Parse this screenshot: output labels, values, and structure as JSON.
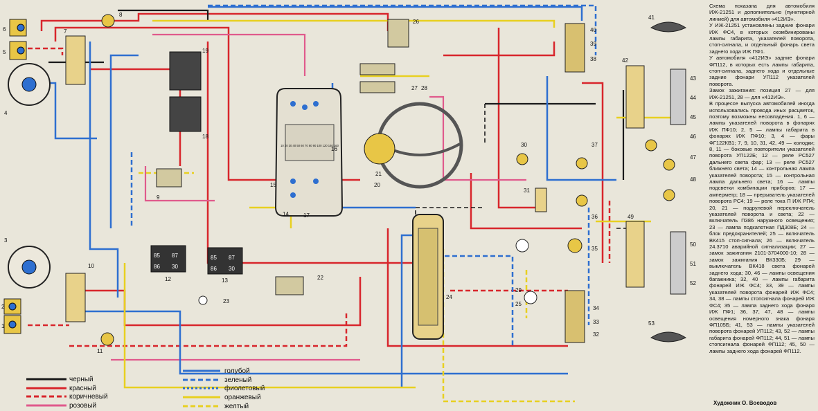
{
  "description": [
    "Схема показана для автомобиля ИЖ-21251 и дополнительно (пунктирной линией) для автомобиля «412ИЭ».",
    "У ИЖ-21251 установлены задние фонари ИЖ ФС4, в которых скомбинированы лампы габарита, указателей поворота, стоп-сигнала, и отдельный фонарь света заднего хода ИЖ ПФ1.",
    "У автомобиля «412ИЭ» задние фонари ФП112, в которых есть лампы габарита, стоп-сигнала, заднего хода и отдельные задние фонари УП112 указателей поворота.",
    "Замок зажигания: позиция 27 — для ИЖ-21251, 28 — для «412ИЭ».",
    "В процессе выпуска автомобилей иногда использовались провода иных расцветок, поэтому возможны несовпадения. 1, 6 — лампы указателей поворота в фонарях ИЖ ПФ10; 2, 5 — лампы габарита в фонарях ИЖ ПФ10; 3, 4 — фары ФГ122КВ1; 7, 9, 10, 31, 42, 49 — колодки; 8, 11 — боковые повторители указателей поворота УП122Б; 12 — реле РС527 дальнего света фар; 13 — реле РС527 ближнего света; 14 — контрольная лампа указателей поворота; 15 — контрольная лампа дальнего света; 16 — лампы подсветки комбинации приборов; 17 — амперметр; 18 — прерыватель указателей поворота РС4; 19 — реле тока П ИЖ РП4; 20, 21 — подрулевой переключатель указателей поворота и света; 22 — включатель П386 наружного освещения; 23 — лампа подкапотная ПД308Б; 24 — блок предохранителей; 25 — включатель ВК415 стоп-сигнала; 26 — включатель 24.3710 аварийной сигнализации; 27 — замок зажигания 2101-3704000-10; 28 — замок зажигания ВК330Б; 29 — выключатель ВК418 света фонарей заднего хода; 30, 46 — лампы освещения багажника; 32, 40 — лампы габарита фонарей ИЖ ФС4; 33, 39 — лампы указателей поворота фонарей ИЖ ФС4; 34, 38 — лампы стопсигнала фонарей ИЖ ФС4; 35 — лампа заднего хода фонаря ИЖ ПФ1; 36, 37, 47, 48 — лампы освещения номерного знака фонаря ФП105Б; 41, 53 — лампы указателей поворота фонарей УП112; 43, 52 — лампы габарита фонарей ФП112; 44, 51 — лампы стопсигнала фонарей ФП112; 45, 50 — лампы заднего хода фонарей ФП112."
  ],
  "credit": "Художник О. Воеводов",
  "legend": {
    "left": [
      {
        "label": "черный",
        "color": "#1a1a1a",
        "style": "solid"
      },
      {
        "label": "красный",
        "color": "#d8262c",
        "style": "solid"
      },
      {
        "label": "коричневый",
        "color": "#d8262c",
        "style": "dashed"
      },
      {
        "label": "розовый",
        "color": "#e05a8c",
        "style": "solid"
      }
    ],
    "right": [
      {
        "label": "голубой",
        "color": "#2e6fd0",
        "style": "solid"
      },
      {
        "label": "зеленый",
        "color": "#2e6fd0",
        "style": "dashed"
      },
      {
        "label": "фиолетовый",
        "color": "#2e6fd0",
        "style": "dashed-fine"
      },
      {
        "label": "оранжевый",
        "color": "#e8d020",
        "style": "solid"
      },
      {
        "label": "желтый",
        "color": "#e8d020",
        "style": "dashed"
      }
    ]
  },
  "component_numbers": [
    "1",
    "2",
    "3",
    "4",
    "5",
    "6",
    "7",
    "8",
    "9",
    "10",
    "11",
    "12",
    "13",
    "14",
    "15",
    "16",
    "17",
    "18",
    "19",
    "20",
    "21",
    "22",
    "23",
    "24",
    "25",
    "26",
    "27",
    "28",
    "29",
    "30",
    "31",
    "32",
    "33",
    "34",
    "35",
    "36",
    "37",
    "38",
    "39",
    "40",
    "41",
    "42",
    "43",
    "44",
    "45",
    "46",
    "47",
    "48",
    "49",
    "50",
    "51",
    "52",
    "53"
  ],
  "relay_pins": {
    "r12": [
      "85",
      "87",
      "86",
      "30"
    ],
    "r13": [
      "85",
      "87",
      "86",
      "30"
    ]
  },
  "instrument_scale": "10 20 30 40 50 60 70 80 90 100 120 140 160"
}
